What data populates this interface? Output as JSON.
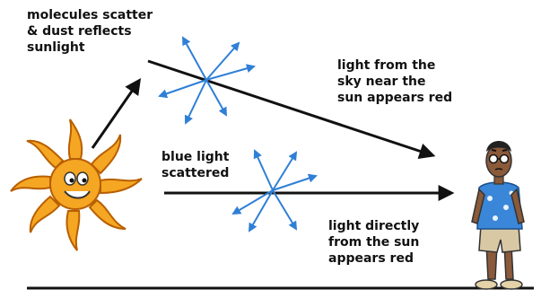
{
  "labels": {
    "scatter": [
      "molecules scatter",
      "& dust reflects",
      "sunlight"
    ],
    "sky": [
      "light from the",
      "sky near the",
      "sun appears red"
    ],
    "blue": [
      "blue light",
      "scattered"
    ],
    "direct": [
      "light directly",
      "from the sun",
      "appears red"
    ]
  },
  "colors": {
    "sun_fill": "#f5a623",
    "sun_stroke": "#b85f00",
    "scatter_arrows": "#2f7fd6",
    "lines": "#111111",
    "shirt": "#3a86d8",
    "shorts": "#d8c9a4",
    "skin": "#8a5a3a"
  }
}
